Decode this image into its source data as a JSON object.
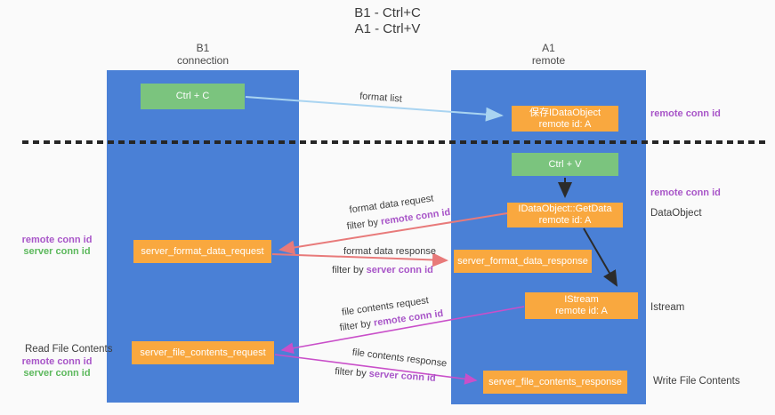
{
  "title": {
    "line1": "B1 - Ctrl+C",
    "line2": "A1 - Ctrl+V"
  },
  "columns": {
    "left": {
      "name": "B1",
      "role": "connection"
    },
    "right": {
      "name": "A1",
      "role": "remote"
    }
  },
  "boxes": {
    "ctrl_c": "Ctrl + C",
    "ctrl_v": "Ctrl + V",
    "save_dataobject_line1": "保存IDataObject",
    "save_dataobject_line2": "remote id: A",
    "getdata_line1": "IDataObject::GetData",
    "getdata_line2": "remote id: A",
    "istream_line1": "IStream",
    "istream_line2": "remote id: A",
    "server_format_data_request": "server_format_data_request",
    "server_format_data_response": "server_format_data_response",
    "server_file_contents_request": "server_file_contents_request",
    "server_file_contents_response": "server_file_contents_response"
  },
  "arrow_labels": {
    "format_list": "format list",
    "format_data_request": "format data request",
    "format_data_response": "format data response",
    "file_contents_request": "file contents request",
    "file_contents_response": "file contents response",
    "filter_by": "filter by ",
    "remote_conn_id": "remote conn id",
    "server_conn_id": "server conn id"
  },
  "side_labels": {
    "remote_conn_id": "remote conn id",
    "server_conn_id": "server conn id",
    "dataobject": "DataObject",
    "istream": "Istream",
    "read_file_contents": "Read File Contents",
    "write_file_contents": "Write File Contents"
  },
  "colors": {
    "column_blue": "#4a80d6",
    "box_orange": "#f9a83f",
    "box_green": "#7bc47e",
    "arrow_salmon": "#e87a7a",
    "arrow_magenta": "#c94fc9",
    "arrow_lightblue": "#a9d4f1",
    "arrow_black": "#2b2b2b",
    "text_purple": "#a855c8",
    "text_green": "#5cb85c",
    "background": "#fafafa"
  }
}
